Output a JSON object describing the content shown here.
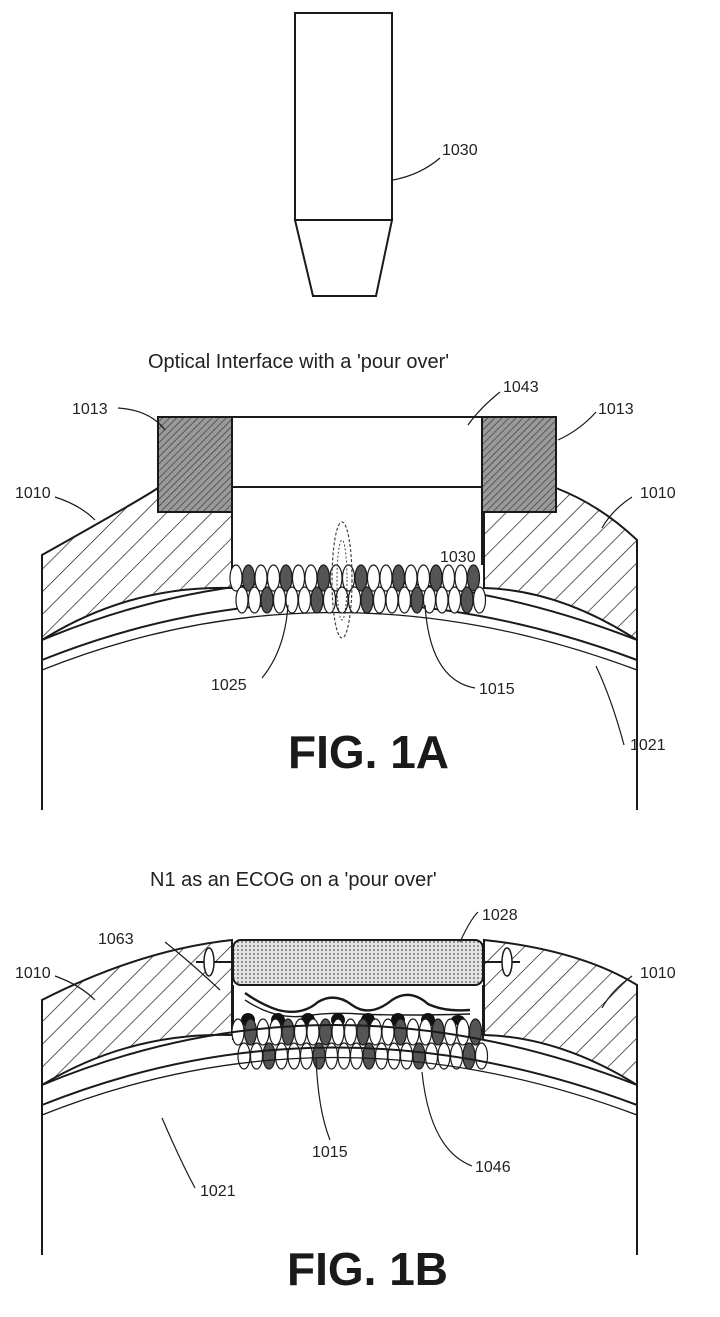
{
  "fig_1a": {
    "title": "Optical Interface with a 'pour over'",
    "caption": "FIG. 1A",
    "labels": {
      "probe": "1030",
      "element_1043": "1043",
      "element_1013_left": "1013",
      "element_1013_right": "1013",
      "element_1010_left": "1010",
      "element_1010_right": "1010",
      "element_1030_inner": "1030",
      "element_1025": "1025",
      "element_1015": "1015",
      "element_1021": "1021"
    }
  },
  "fig_1b": {
    "title": "N1 as an ECOG on a 'pour over'",
    "caption": "FIG. 1B",
    "labels": {
      "element_1028": "1028",
      "element_1063": "1063",
      "element_1010_left": "1010",
      "element_1010_right": "1010",
      "element_1015": "1015",
      "element_1046": "1046",
      "element_1021": "1021"
    }
  }
}
